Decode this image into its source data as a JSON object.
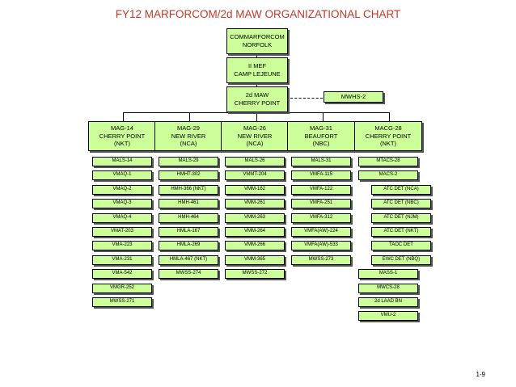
{
  "title_prefix": "FY12",
  "title_main": "MARFORCOM/2d MAW ORGANIZATIONAL CHART",
  "hq": {
    "commarforcom": [
      "COMMARFORCOM",
      "NORFOLK"
    ],
    "mef": [
      "II MEF",
      "CAMP LEJEUNE"
    ],
    "maw": [
      "2d MAW",
      "CHERRY POINT"
    ],
    "mwhs": "MWHS-2"
  },
  "groups": [
    {
      "lines": [
        "MAG-14",
        "CHERRY POINT",
        "(NKT)"
      ],
      "units": [
        "MALS-14",
        "VMAQ-1",
        "VMAQ-2",
        "VMAQ-3",
        "VMAQ-4",
        "VMAT-203",
        "VMA-223",
        "VMA-231",
        "VMA-542",
        "VMGR-252",
        "MWSS-271"
      ]
    },
    {
      "lines": [
        "MAG-29",
        "NEW RIVER",
        "(NCA)"
      ],
      "units": [
        "MALS-29",
        "HMHT-302",
        "HMH-366 (NKT)",
        "HMH-461",
        "HMH-464",
        "HMLA-167",
        "HMLA-269",
        "HMLA-467 (NKT)",
        "MWSS-274"
      ]
    },
    {
      "lines": [
        "MAG-26",
        "NEW RIVER",
        "(NCA)"
      ],
      "units": [
        "MALS-26",
        "VMMT-204",
        "VMM-162",
        "VMM-261",
        "VMM-263",
        "VMM-264",
        "VMM-266",
        "VMM-365",
        "MWSS-272"
      ]
    },
    {
      "lines": [
        "MAG-31",
        "BEAUFORT",
        "(NBC)"
      ],
      "units": [
        "MALS-31",
        "VMFA-115",
        "VMFA-122",
        "VMFA-251",
        "VMFA-312",
        "VMFA(AW)-224",
        "VMFA(AW)-533",
        "MWSS-273"
      ]
    },
    {
      "lines": [
        "MACG-28",
        "CHERRY POINT",
        "(NKT)"
      ],
      "units": [
        "MTACS-28",
        "MACS-2",
        "ATC DET (NCA)",
        "ATC DET (NBC)",
        "ATC DET (NJM)",
        "ATC DET (NKT)",
        "TAOC DET",
        "EWC DET (NBQ)",
        "MASS-1",
        "MWCS-28",
        "2d LAAD BN",
        "VMU-2"
      ]
    }
  ],
  "page_number": "1-9"
}
